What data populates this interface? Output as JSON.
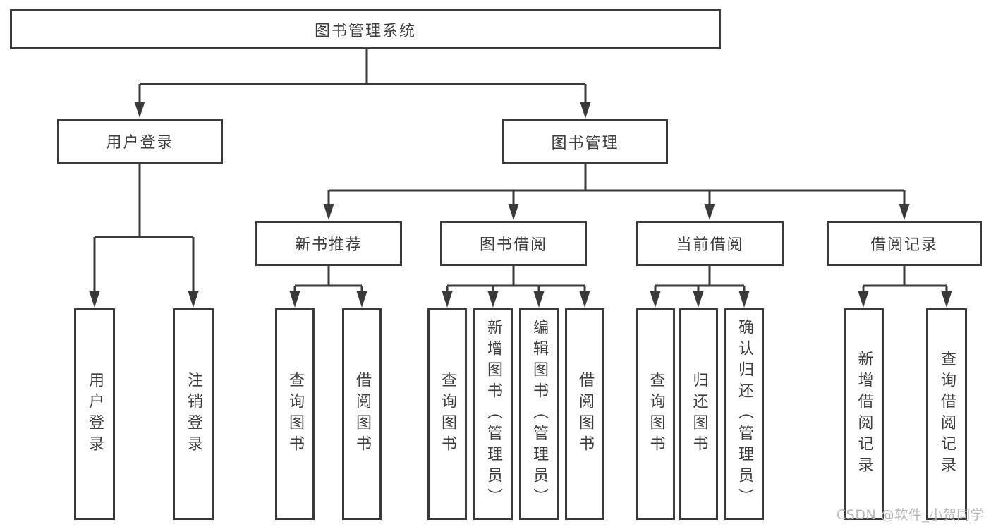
{
  "diagram": {
    "type": "hierarchy-flowchart",
    "watermark": "CSDN @软件_小贺同学",
    "colors": {
      "line": "#3a3a3a",
      "border": "#3a3a3a",
      "text": "#3e3e3e",
      "background": "#ffffff",
      "watermark": "#b9b9b9"
    },
    "root": {
      "label": "图书管理系统"
    },
    "level2": [
      {
        "label": "用户登录",
        "children": [
          "用户登录",
          "注销登录"
        ]
      },
      {
        "label": "图书管理"
      }
    ],
    "level3": [
      {
        "label": "新书推荐",
        "children": [
          "查询图书",
          "借阅图书"
        ]
      },
      {
        "label": "图书借阅",
        "children": [
          "查询图书",
          "新增图书（管理员）",
          "编辑图书（管理员）",
          "借阅图书"
        ]
      },
      {
        "label": "当前借阅",
        "children": [
          "查询图书",
          "归还图书",
          "确认归还（管理员）"
        ]
      },
      {
        "label": "借阅记录",
        "children": [
          "新增借阅记录",
          "查询借阅记录"
        ]
      }
    ]
  }
}
